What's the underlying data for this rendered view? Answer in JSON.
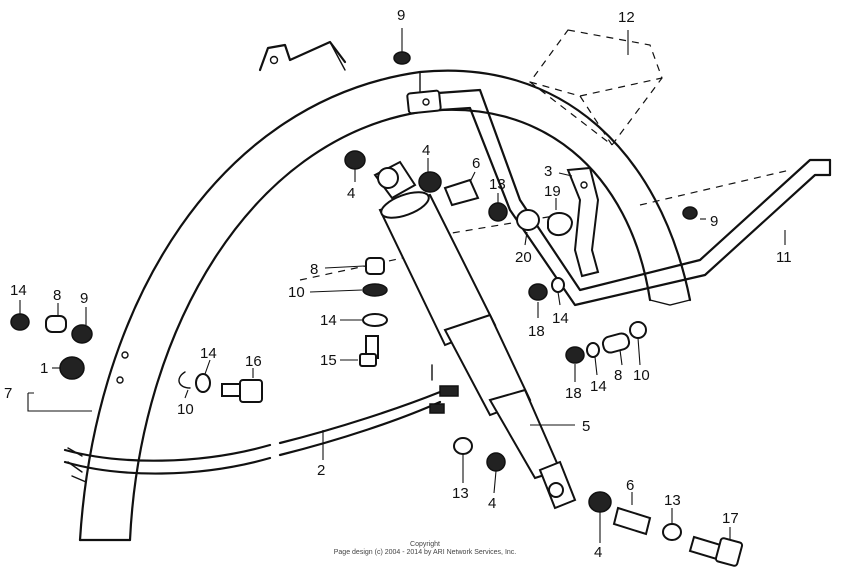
{
  "callouts": {
    "c1": "1",
    "c2": "2",
    "c3": "3",
    "c4a": "4",
    "c4b": "4",
    "c4c": "4",
    "c4d": "4",
    "c5": "5",
    "c6a": "6",
    "c6b": "6",
    "c7": "7",
    "c8a": "8",
    "c8b": "8",
    "c8c": "8",
    "c9a": "9",
    "c9b": "9",
    "c9c": "9",
    "c10a": "10",
    "c10b": "10",
    "c10c": "10",
    "c11": "11",
    "c12": "12",
    "c13a": "13",
    "c13b": "13",
    "c13c": "13",
    "c14a": "14",
    "c14b": "14",
    "c14c": "14",
    "c14d": "14",
    "c14e": "14",
    "c15": "15",
    "c16": "16",
    "c17": "17",
    "c18a": "18",
    "c18b": "18",
    "c19": "19",
    "c20": "20"
  },
  "copyright": {
    "line1": "Copyright",
    "line2": "Page design (c) 2004 - 2014 by ARI Network Services, Inc."
  }
}
